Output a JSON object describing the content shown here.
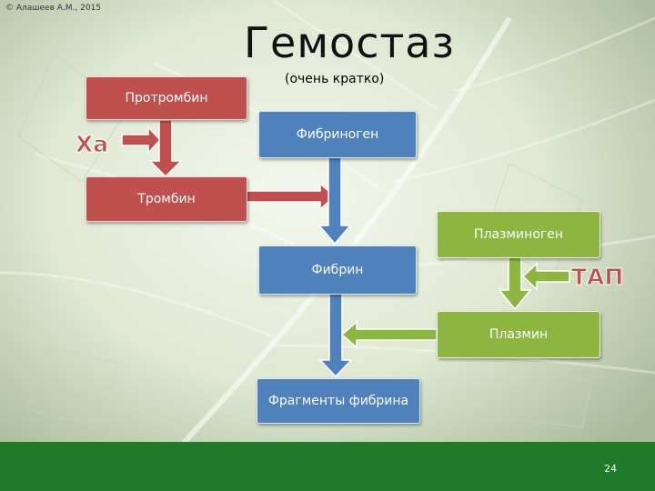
{
  "copyright": "© Алашеев А.М., 2015",
  "title": "Гемостаз",
  "subtitle": "(очень кратко)",
  "nodes": {
    "prothrombin": "Протромбин",
    "fibrinogen": "Фибриноген",
    "thrombin": "Тромбин",
    "plasminogen": "Плазминоген",
    "fibrin": "Фибрин",
    "plasmin": "Плазмин",
    "fragments": "Фрагменты фибрина"
  },
  "labels": {
    "xa": "Ха",
    "tap": "ТАП"
  },
  "colors": {
    "red": "#c0504d",
    "blue": "#4f81bd",
    "green": "#8cb640",
    "footer": "#1f7a2a"
  },
  "page_number": "24"
}
